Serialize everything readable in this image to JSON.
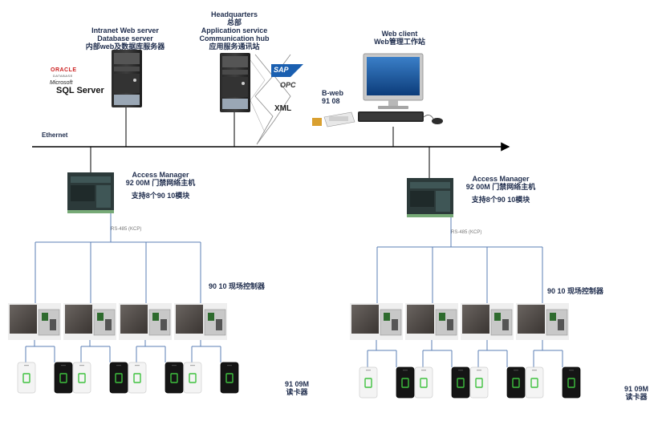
{
  "intranet": {
    "line1": "Intranet Web server",
    "line2": "Database server",
    "line3": "内部web及数据库服务器"
  },
  "headquarters": {
    "line1": "Headquarters",
    "line2": "总部",
    "line3": "Application service",
    "line4": "Communication hub",
    "line5": "应用服务通讯站"
  },
  "web_client": {
    "line1": "Web client",
    "line2": "Web管理工作站"
  },
  "bweb": {
    "line1": "B-web",
    "line2": "91 08"
  },
  "logos": {
    "oracle": "ORACLE",
    "database": "DATABASE",
    "microsoft": "Microsoft",
    "sql_server": "SQL Server",
    "sap": "SAP",
    "opc": "OPC",
    "xml": "XML"
  },
  "ethernet_label": "Ethernet",
  "access_manager": {
    "title": "Access Manager",
    "model": "92 00M 门禁网络主机",
    "note": "支持8个90 10模块"
  },
  "bus_label": "RS-485 (KCP)",
  "field_controller_label": "90 10 现场控制器",
  "reader_label": {
    "line1": "91 09M",
    "line2": "读卡器"
  },
  "colors": {
    "bus_line": "#5b7fb5",
    "ethernet_line": "#000000",
    "label_text": "#1f2d4d",
    "reader_led": "#3ec23e"
  }
}
